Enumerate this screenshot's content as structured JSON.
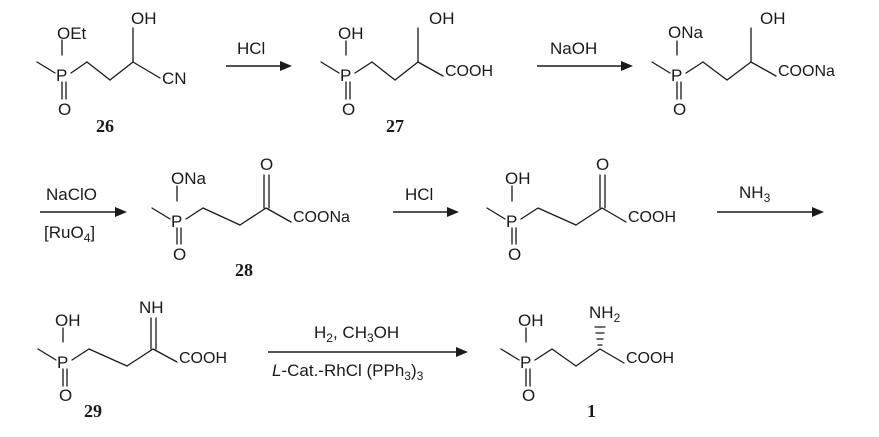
{
  "compounds": {
    "c26": {
      "number": "26",
      "labels": {
        "oet": "OEt",
        "p": "P",
        "o": "O",
        "oh": "OH",
        "cn": "CN"
      }
    },
    "c27": {
      "number": "27",
      "labels": {
        "oh1": "OH",
        "p": "P",
        "o": "O",
        "oh2": "OH",
        "acid": "COOH"
      }
    },
    "c_disodium": {
      "labels": {
        "ona": "ONa",
        "p": "P",
        "o": "O",
        "oh": "OH",
        "salt": "COONa"
      }
    },
    "c28": {
      "number": "28",
      "labels": {
        "ona": "ONa",
        "p": "P",
        "o": "O",
        "keto": "O",
        "salt": "COONa"
      }
    },
    "c_ketoacid": {
      "labels": {
        "oh": "OH",
        "p": "P",
        "o": "O",
        "keto": "O",
        "acid": "COOH"
      }
    },
    "c29": {
      "number": "29",
      "labels": {
        "oh": "OH",
        "p": "P",
        "o": "O",
        "nh": "NH",
        "acid": "COOH"
      }
    },
    "c1": {
      "number": "1",
      "labels": {
        "oh": "OH",
        "p": "P",
        "o": "O",
        "nh2": "NH",
        "nh2_sub": "2",
        "acid": "COOH"
      }
    }
  },
  "reagents": {
    "step1": {
      "above": "HCl"
    },
    "step2": {
      "above": "NaOH"
    },
    "step3": {
      "above": "NaClO",
      "below_main": "[RuO",
      "below_sub": "4",
      "below_end": "]"
    },
    "step4": {
      "above": "HCl"
    },
    "step5": {
      "above_main": "NH",
      "above_sub": "3"
    },
    "step6": {
      "above_h": "H",
      "above_h_sub": "2",
      "above_rest": ", CH",
      "above_ch_sub": "3",
      "above_end": "OH",
      "below_l": "L",
      "below_main": "-Cat.-RhCl (PPh",
      "below_sub": "3",
      "below_end": ")",
      "below_sub2": "3"
    }
  }
}
